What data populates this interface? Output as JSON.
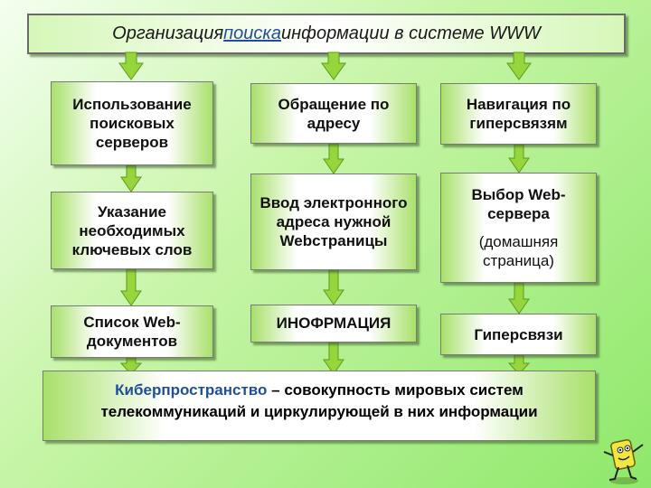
{
  "title": {
    "before": "Организация ",
    "link": "поиска ",
    "after": "информации в системе WWW"
  },
  "columns": [
    {
      "boxes": [
        {
          "text": "Использование поисковых серверов"
        },
        {
          "text": "Указание необходимых ключевых слов"
        },
        {
          "text": "Список Web-документов"
        }
      ]
    },
    {
      "boxes": [
        {
          "text": "Обращение по адресу"
        },
        {
          "text": "Ввод электронного адреса нужной Webстраницы"
        },
        {
          "text": "ИНОФРМАЦИЯ"
        }
      ]
    },
    {
      "boxes": [
        {
          "text": "Навигация по гиперсвязям"
        },
        {
          "text": "Выбор Web-сервера",
          "sub": "(домашняя страница)"
        },
        {
          "text": "Гиперсвязи"
        }
      ]
    }
  ],
  "definition": {
    "term": "Киберпространство",
    "rest_line1": " – совокупность мировых систем",
    "line2": "телекоммуникаций и циркулирующей в них информации"
  },
  "colors": {
    "arrow": "#96d63c",
    "arrow_outline": "#5c9a1e",
    "accent_text": "#1f4f9a"
  },
  "icons": [
    "mascot-figure-icon"
  ]
}
